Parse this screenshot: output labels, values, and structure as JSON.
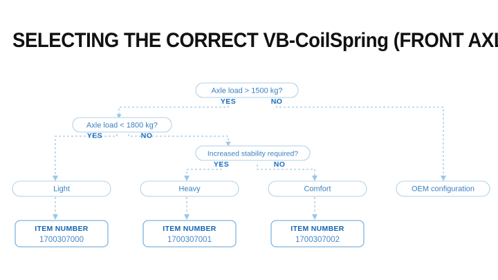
{
  "page": {
    "title": "SELECTING THE CORRECT VB-CoilSpring (FRONT AXLE)",
    "background_color": "#ffffff",
    "title_color": "#111111"
  },
  "colors": {
    "node_border": "#afd2ea",
    "node_text": "#3a7fbf",
    "branch_label": "#1a6fc0",
    "connector": "#9cc8e6",
    "item_box_border": "#7fb4dc",
    "item_caption": "#1565b0",
    "item_value": "#4a86c4"
  },
  "chart_data": {
    "type": "diagram",
    "title": "SELECTING THE CORRECT VB-CoilSpring (FRONT AXLE)",
    "decisions": [
      {
        "id": "d1",
        "question": "Axle load > 1500 kg?",
        "yes_label": "YES",
        "no_label": "NO",
        "yes_target": "d2",
        "no_target": "r4"
      },
      {
        "id": "d2",
        "question": "Axle load < 1800 kg?",
        "yes_label": "YES",
        "no_label": "NO",
        "yes_target": "r1",
        "no_target": "d3"
      },
      {
        "id": "d3",
        "question": "Increased stability required?",
        "yes_label": "YES",
        "no_label": "NO",
        "yes_target": "r2",
        "no_target": "r3"
      }
    ],
    "results": [
      {
        "id": "r1",
        "label": "Light",
        "item_caption": "ITEM NUMBER",
        "item_number": "1700307000"
      },
      {
        "id": "r2",
        "label": "Heavy",
        "item_caption": "ITEM NUMBER",
        "item_number": "1700307001"
      },
      {
        "id": "r3",
        "label": "Comfort",
        "item_caption": "ITEM NUMBER",
        "item_number": "1700307002"
      },
      {
        "id": "r4",
        "label": "OEM configuration",
        "item_caption": null,
        "item_number": null
      }
    ]
  }
}
